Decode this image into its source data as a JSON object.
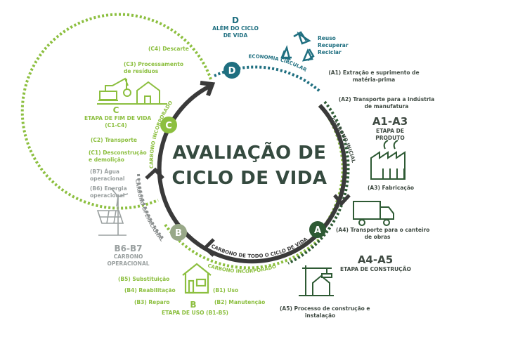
{
  "title": {
    "line1": "AVALIAÇÃO DE",
    "line2": "CICLO DE VIDA"
  },
  "markers": {
    "a": "A",
    "b": "B",
    "c": "C",
    "d": "D"
  },
  "arc_labels": {
    "economia_circular": "ECONOMIA CIRCULAR",
    "carbono_inicial": "CARBONO INICIAL",
    "carbono_todo_ciclo": "CARBONO DE TODO O CICLO DE VIDA",
    "carbono_incorporado_bottom": "CARBONO INCORPORADO",
    "carbono_incorporado_left": "CARBONO INCORPORADO",
    "carbono_operacional": "CARBONO OPERACIONAL"
  },
  "stage_d": {
    "letter": "D",
    "name_line1": "ALÉM DO CICLO",
    "name_line2": "DE VIDA",
    "items": [
      "Reuso",
      "Recuperar",
      "Reciclar"
    ]
  },
  "stage_a13": {
    "code": "A1-A3",
    "name_line1": "ETAPA DE",
    "name_line2": "PRODUTO",
    "a1_line1": "(A1) Extração e suprimento de",
    "a1_line2": "matéria-prima",
    "a2_line1": "(A2) Transporte para a indústria",
    "a2_line2": "de manufatura",
    "a3": "(A3) Fabricação"
  },
  "stage_a45": {
    "code": "A4-A5",
    "name": "ETAPA DE CONSTRUÇÃO",
    "a4_line1": "(A4) Transporte para o canteiro",
    "a4_line2": "de obras",
    "a5_line1": "(A5) Processo de construção e",
    "a5_line2": "instalação"
  },
  "stage_b": {
    "letter": "B",
    "name": "ETAPA DE USO (B1-B5)",
    "b1": "(B1) Uso",
    "b2": "(B2) Manutenção",
    "b3": "(B3) Reparo",
    "b4": "(B4) Reabilitação",
    "b5": "(B5) Substituição"
  },
  "stage_b67": {
    "code": "B6-B7",
    "name_line1": "CARBONO",
    "name_line2": "OPERACIONAL",
    "b6_line1": "(B6) Energia",
    "b6_line2": "operacional",
    "b7_line1": "(B7) Água",
    "b7_line2": "operacional"
  },
  "stage_c": {
    "letter": "C",
    "name_line1": "ETAPA DE FIM DE VIDA",
    "name_line2": "(C1-C4)",
    "c1_line1": "(C1) Desconstrução",
    "c1_line2": "e demolição",
    "c2": "(C2) Transporte",
    "c3_line1": "(C3) Processamento",
    "c3_line2": "de resíduos",
    "c4": "(C4) Descarte"
  },
  "colors": {
    "dark": "#3a3a3a",
    "green": "#8cbf3f",
    "dark_green": "#2e5a34",
    "teal": "#1f6f80",
    "gray": "#9aa0a0"
  }
}
